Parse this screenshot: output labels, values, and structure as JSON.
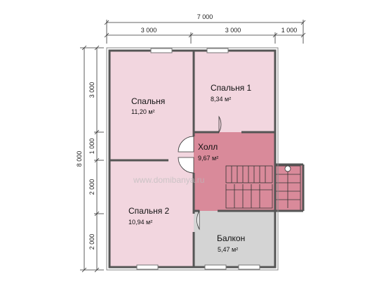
{
  "dimensions": {
    "top_total": "7 000",
    "top_seg_1": "3 000",
    "top_seg_2": "3 000",
    "top_seg_3": "1 000",
    "left_total": "8 000",
    "left_seg_1": "3 000",
    "left_seg_2": "1 000",
    "left_seg_3": "2 000",
    "left_seg_4": "2 000"
  },
  "rooms": {
    "bedroom": {
      "name": "Спальня",
      "area": "11,20 м²"
    },
    "bedroom1": {
      "name": "Спальня 1",
      "area": "8,34 м²"
    },
    "hall": {
      "name": "Холл",
      "area": "9,67 м²"
    },
    "bedroom2": {
      "name": "Спальня 2",
      "area": "10,94 м²"
    },
    "balcony": {
      "name": "Балкон",
      "area": "5,47 м²"
    }
  },
  "watermark": "www.domibanya.ru",
  "colors": {
    "bedroom_fill": "#f2d6df",
    "hall_fill": "#d98a9a",
    "balcony_fill": "#d4d4d4",
    "wall": "#555555",
    "logo_orange": "#f3a55a",
    "logo_green": "#a8cf6a"
  }
}
